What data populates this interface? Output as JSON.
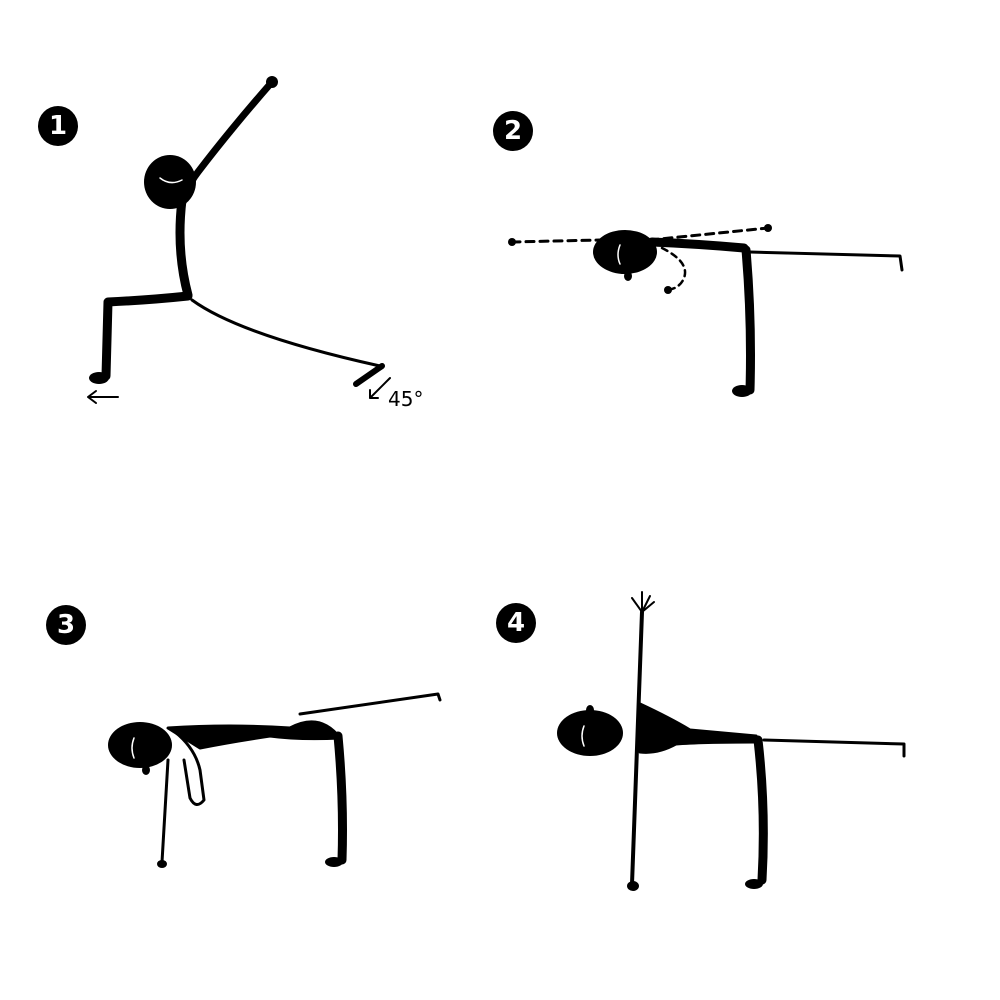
{
  "steps": [
    {
      "number": "1",
      "pose": "crescent-lunge-with-arm-raised",
      "annotation": "45°"
    },
    {
      "number": "2",
      "pose": "warrior-three-arms-forward"
    },
    {
      "number": "3",
      "pose": "half-moon-hand-down"
    },
    {
      "number": "4",
      "pose": "half-moon-arm-raised"
    }
  ],
  "colors": {
    "ink": "#000000",
    "paper": "#ffffff"
  }
}
